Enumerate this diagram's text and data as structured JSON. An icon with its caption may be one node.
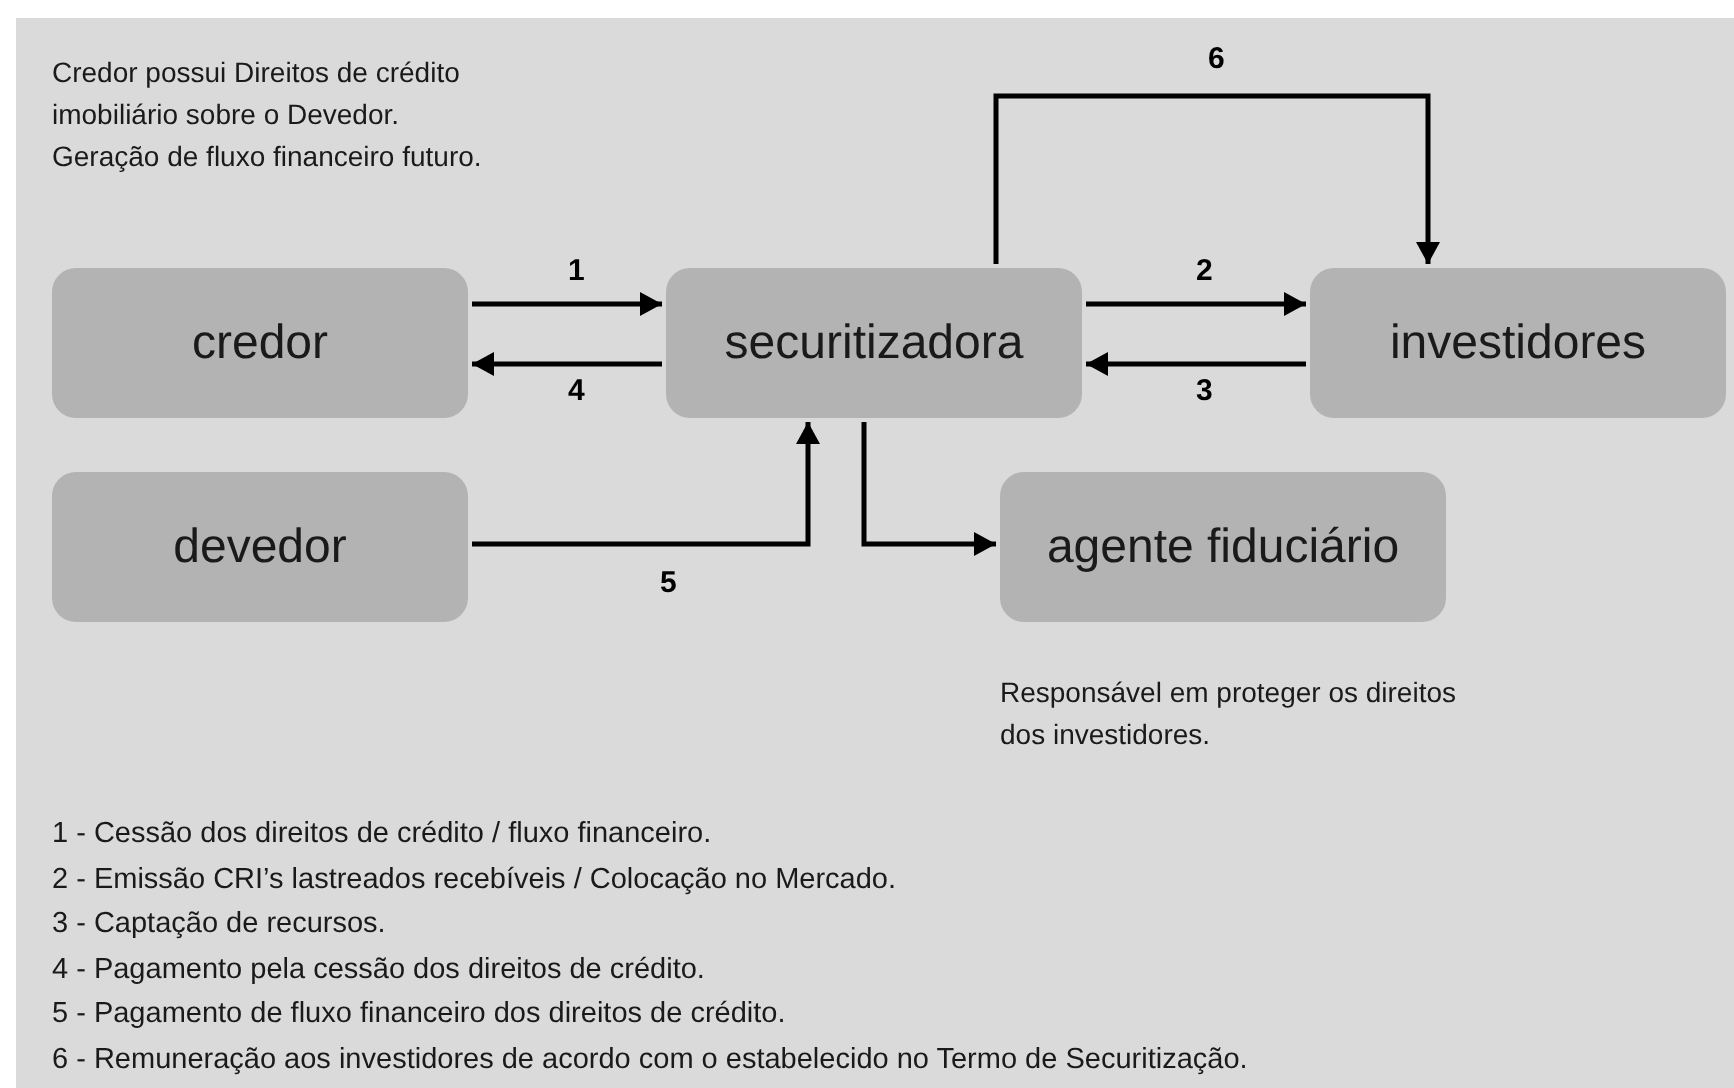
{
  "diagram": {
    "nodes": [
      {
        "text": [
          "credor"
        ],
        "beside": [
          "Credor possui Direitos de crédito imobiliário sobre o Devedor. Geração de fluxo financeiro futuro."
        ]
      },
      {
        "text": [
          "securitizadora"
        ]
      },
      {
        "text": [
          "investidores"
        ]
      },
      {
        "text": [
          "devedor"
        ]
      },
      {
        "text": [
          "agente fiduciário"
        ],
        "beside": [
          "Responsável em proteger os direitos dos investidores."
        ]
      }
    ],
    "edges": [
      {
        "from": 0,
        "to": 1,
        "arrow": "to",
        "label": "1"
      },
      {
        "from": 1,
        "to": 2,
        "arrow": "to",
        "label": "2"
      },
      {
        "from": 2,
        "to": 1,
        "arrow": "to",
        "label": "3"
      },
      {
        "from": 1,
        "to": 0,
        "arrow": "to",
        "label": "4"
      },
      {
        "from": 3,
        "to": 1,
        "arrow": "to",
        "label": "5"
      },
      {
        "from": 1,
        "to": 4,
        "arrow": "to"
      },
      {
        "from": 1,
        "to": 2,
        "arrow": "to",
        "label": "6"
      }
    ],
    "labels": [
      "1 - Cessão dos direitos de crédito / fluxo financeiro.",
      "2 - Emissão CRI’s lastreados recebíveis / Colocação no Mercado.",
      "3 - Captação de recursos.",
      "4 - Pagamento pela cessão dos direitos de crédito.",
      "5 - Pagamento de fluxo financeiro dos direitos de crédito.",
      "6 - Remuneração aos investidores de acordo com o estabelecido no Termo de Securitização."
    ]
  }
}
